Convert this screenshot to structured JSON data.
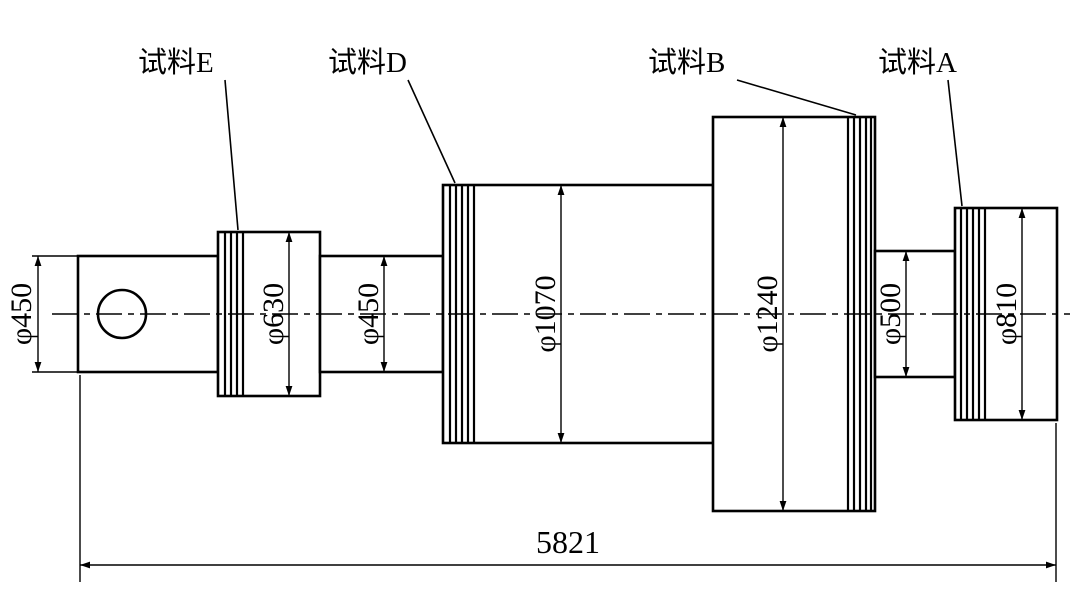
{
  "drawing": {
    "samples": [
      {
        "label": "试料E"
      },
      {
        "label": "试料D"
      },
      {
        "label": "试料B"
      },
      {
        "label": "试料A"
      }
    ],
    "diameters": [
      {
        "value": "φ450"
      },
      {
        "value": "φ630"
      },
      {
        "value": "φ450"
      },
      {
        "value": "φ1070"
      },
      {
        "value": "φ1240"
      },
      {
        "value": "φ500"
      },
      {
        "value": "φ810"
      }
    ],
    "overall_length": "5821",
    "colors": {
      "line": "#000000",
      "background": "#ffffff"
    }
  }
}
